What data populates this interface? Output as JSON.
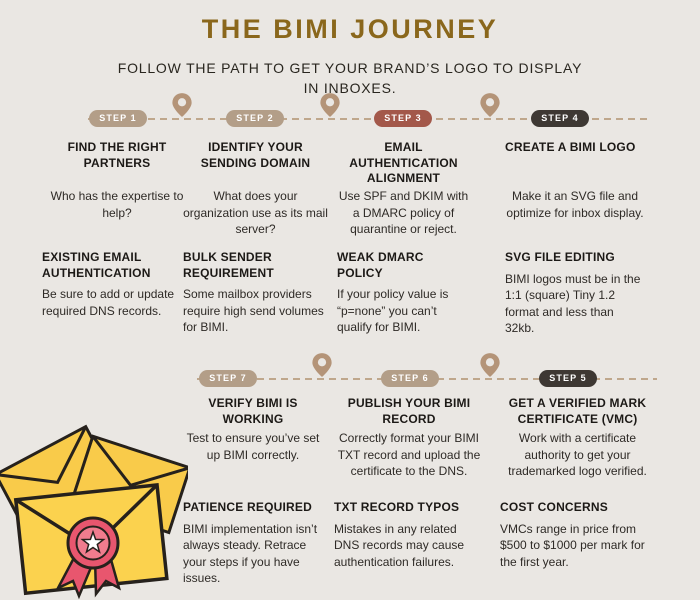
{
  "page": {
    "title": "THE BIMI JOURNEY",
    "subtitle": "FOLLOW THE PATH TO GET YOUR BRAND’S LOGO TO DISPLAY IN INBOXES."
  },
  "colors": {
    "background": "#eae7e3",
    "title_gold": "#8a671c",
    "badge_tan": "#b39e88",
    "badge_clay": "#a3584a",
    "badge_dark": "#3e3833",
    "pin_tan": "#b49478",
    "path_dash": "#bfa78c",
    "envelope_yellow": "#f9cb4a",
    "ribbon_red": "#e8566e",
    "text_dark": "#1c1916"
  },
  "steps": [
    {
      "badge": "STEP 1",
      "badge_color": "#b39e88",
      "heading": "FIND THE RIGHT PARTNERS",
      "body": "Who has the expertise to help?",
      "subheading": "EXISTING EMAIL AUTHENTICATION",
      "subbody": "Be sure to add or update required DNS records."
    },
    {
      "badge": "STEP 2",
      "badge_color": "#b39e88",
      "heading": "IDENTIFY YOUR SENDING DOMAIN",
      "body": "What does your organization use as its mail server?",
      "subheading": "BULK SENDER REQUIREMENT",
      "subbody": "Some mailbox providers require high send volumes for BIMI."
    },
    {
      "badge": "STEP 3",
      "badge_color": "#a3584a",
      "heading": "EMAIL AUTHENTICATION ALIGNMENT",
      "body": "Use SPF and DKIM with a DMARC policy of quarantine or reject.",
      "subheading": "WEAK DMARC POLICY",
      "subbody": "If your policy value is “p=none” you can’t qualify for BIMI."
    },
    {
      "badge": "STEP 4",
      "badge_color": "#3e3833",
      "heading": "CREATE A BIMI LOGO",
      "body": "Make it an SVG file and optimize for inbox display.",
      "subheading": "SVG FILE EDITING",
      "subbody": "BIMI logos must be in the 1:1 (square) Tiny 1.2 format and less than 32kb."
    },
    {
      "badge": "STEP 5",
      "badge_color": "#3e3833",
      "heading": "GET A VERIFIED MARK CERTIFICATE (VMC)",
      "body": "Work with a certificate authority to get your trademarked logo verified.",
      "subheading": "COST CONCERNS",
      "subbody": "VMCs range in price from $500 to $1000 per mark for the first year."
    },
    {
      "badge": "STEP 6",
      "badge_color": "#b39e88",
      "heading": "PUBLISH YOUR BIMI RECORD",
      "body": "Correctly format your BIMI TXT record and upload the certificate to the DNS.",
      "subheading": "TXT RECORD TYPOS",
      "subbody": "Mistakes in any related DNS records may cause authentication failures."
    },
    {
      "badge": "STEP 7",
      "badge_color": "#b39e88",
      "heading": "VERIFY BIMI IS WORKING",
      "body": "Test to ensure you’ve set up BIMI correctly.",
      "subheading": "PATIENCE REQUIRED",
      "subbody": "BIMI implementation isn’t always steady. Retrace your steps if you have issues."
    }
  ]
}
